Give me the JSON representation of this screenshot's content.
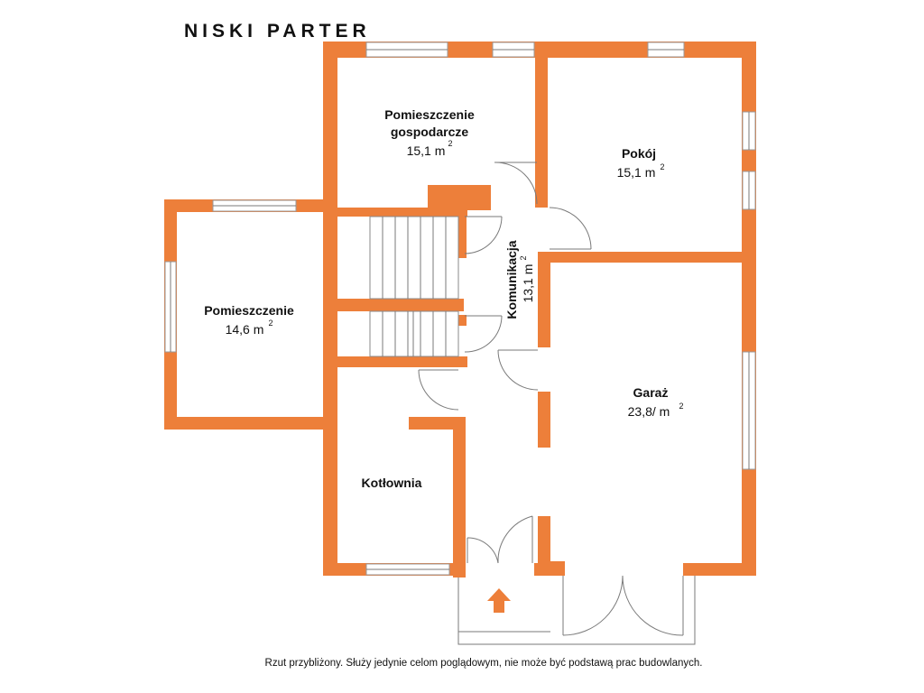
{
  "title": "NISKI PARTER",
  "note": "Rzut przybliżony. Służy jedynie celom poglądowym, nie może być podstawą prac budowlanych.",
  "colors": {
    "wall": "#ED7F3A",
    "window": "#ffffff",
    "line": "#7a7a7a"
  },
  "icons": {
    "entrance": "arrow-up-icon"
  },
  "rooms": {
    "gospodarcze": {
      "name_line1": "Pomieszczenie",
      "name_line2": "gospodarcze",
      "area": "15,1 m",
      "sup": "2"
    },
    "pokoj": {
      "name": "Pokój",
      "area": "15,1 m",
      "sup": "2"
    },
    "pomieszczenie": {
      "name": "Pomieszczenie",
      "area": "14,6 m",
      "sup": "2"
    },
    "komunikacja": {
      "name": "Komunikacja",
      "area": "13,1 m",
      "sup": "2"
    },
    "garaz": {
      "name": "Garaż",
      "area": "23,8/ m",
      "sup": "2"
    },
    "kotlownia": {
      "name": "Kotłownia"
    }
  }
}
